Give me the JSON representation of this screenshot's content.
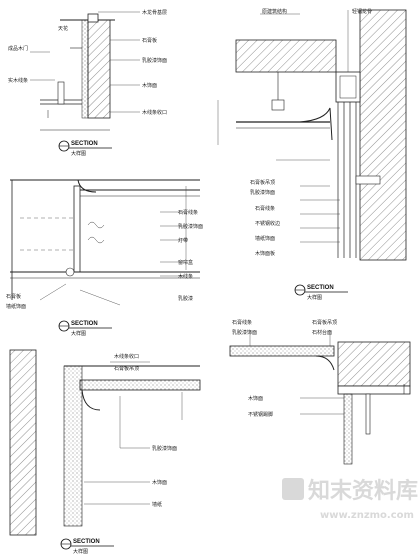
{
  "sheet": {
    "section_word": "SECTION",
    "section_sub": "大样图",
    "watermark": {
      "name": "知末资料库",
      "url": "www.znzmo.com"
    }
  },
  "detail_a": {
    "labels": [
      "天花",
      "木龙骨基层",
      "石膏板",
      "乳胶漆饰面",
      "木饰面",
      "木线条收口",
      "成品木门",
      "实木线条"
    ]
  },
  "detail_b": {
    "labels": [
      "原建筑结构",
      "轻钢龙骨",
      "石膏板吊顶",
      "乳胶漆饰面",
      "石膏线条",
      "不锈钢收边",
      "墙纸饰面",
      "木饰面板"
    ]
  },
  "detail_c": {
    "labels": [
      "石膏线条",
      "乳胶漆饰面",
      "灯带",
      "窗帘盒",
      "木线条",
      "石膏板",
      "墙纸饰面",
      "乳胶漆"
    ]
  },
  "detail_d": {
    "labels": [
      "木线条收口",
      "石膏板吊顶",
      "乳胶漆饰面",
      "木饰面",
      "墙纸"
    ]
  },
  "detail_e": {
    "labels": [
      "石膏线条",
      "乳胶漆饰面",
      "石膏板吊顶",
      "木饰面",
      "不锈钢踢脚",
      "石材台面"
    ]
  }
}
